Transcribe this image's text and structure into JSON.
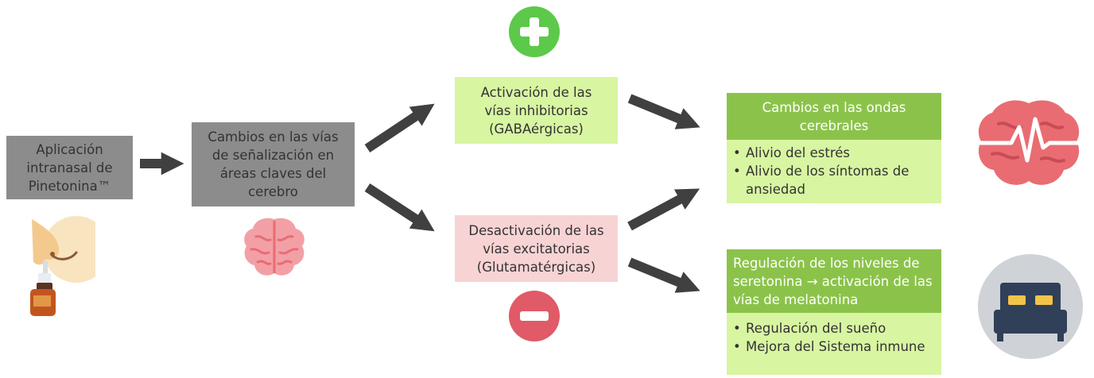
{
  "nodes": {
    "application": "Aplicación intranasal de Pinetonina™",
    "signaling": "Cambios en las vías de señalización en áreas claves del cerebro",
    "activation": "Activación de las vías inhibitorias (GABAérgicas)",
    "deactivation": "Desactivación de las vías excitatorias (Glutamatérgicas)",
    "brainwaves": {
      "title": "Cambios en las ondas cerebrales",
      "items": [
        "Alivio del estrés",
        "Alivio de los síntomas de ansiedad"
      ]
    },
    "serotonin": {
      "title": "Regulación de los niveles de seretonina → activación de las vías de melatonina",
      "items": [
        "Regulación del sueño",
        "Mejora del Sistema inmune"
      ]
    }
  },
  "colors": {
    "gray_box": "#8c8c8c",
    "light_green": "#d8f5a2",
    "pink": "#f8d3d4",
    "green_header": "#8bc34a",
    "plus_circle": "#5cc94a",
    "minus_circle": "#e05a67",
    "arrow": "#404040",
    "brain_pink": "#f2a0a6",
    "brain_red": "#e96c73",
    "bed_circle": "#cfd2d6",
    "bed_frame": "#2f4058"
  },
  "icons": [
    "nose-spray-icon",
    "brain-icon",
    "plus-icon",
    "minus-icon",
    "brain-wave-icon",
    "bed-icon"
  ]
}
